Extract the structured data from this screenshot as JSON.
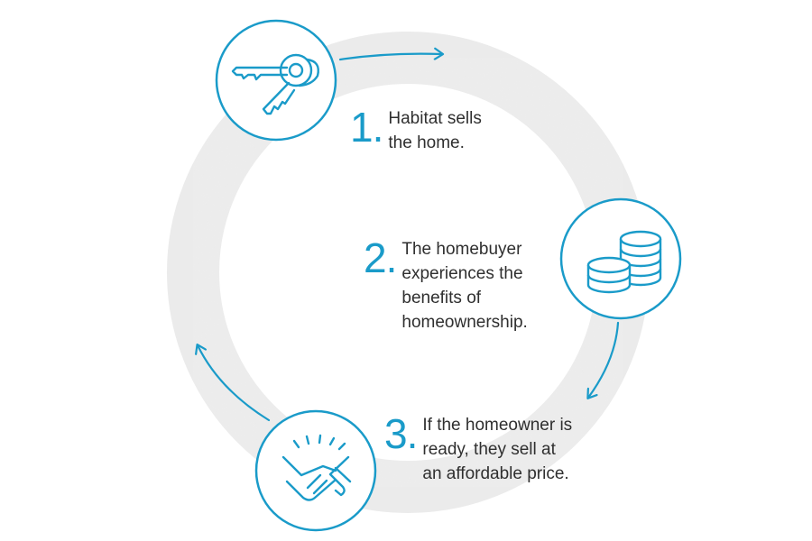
{
  "colors": {
    "accent": "#1a9bc9",
    "ring": "#ececec",
    "text": "#2f2f2f"
  },
  "steps": [
    {
      "number": "1.",
      "text": "Habitat sells\nthe home.",
      "icon": "keys-icon"
    },
    {
      "number": "2.",
      "text": "The homebuyer\nexperiences the\nbenefits of\nhomeownership.",
      "icon": "coin-stacks-icon"
    },
    {
      "number": "3.",
      "text": "If the homeowner is\nready, they sell at\nan affordable price.",
      "icon": "handshake-icon"
    }
  ]
}
